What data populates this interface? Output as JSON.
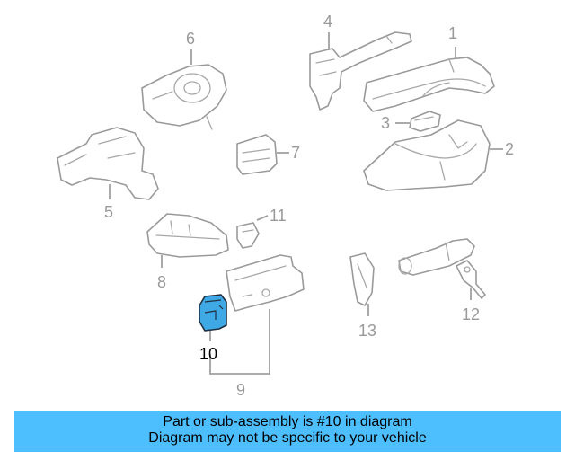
{
  "diagram": {
    "highlight_color": "#3fa9e6",
    "callouts": {
      "c1": "1",
      "c2": "2",
      "c3": "3",
      "c4": "4",
      "c5": "5",
      "c6": "6",
      "c7": "7",
      "c8": "8",
      "c9": "9",
      "c10": "10",
      "c11": "11",
      "c12": "12",
      "c13": "13"
    }
  },
  "banner": {
    "line1": "Part or sub-assembly is #10 in diagram",
    "line2": "Diagram may not be specific to your vehicle",
    "background": "#4dbfff"
  }
}
